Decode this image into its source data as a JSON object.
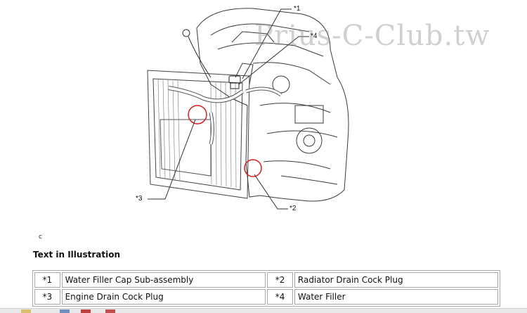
{
  "watermark": "Prius-C-Club.tw",
  "illustration": {
    "callouts": [
      "*1",
      "*4",
      "*3",
      "*2"
    ],
    "figure_id": "c"
  },
  "legend": {
    "heading": "Text in Illustration",
    "rows": [
      {
        "n1": "*1",
        "d1": "Water Filler Cap Sub-assembly",
        "n2": "*2",
        "d2": "Radiator Drain Cock Plug"
      },
      {
        "n1": "*3",
        "d1": "Engine Drain Cock Plug",
        "n2": "*4",
        "d2": "Water Filler"
      }
    ]
  },
  "colors": {
    "highlight": "#d42020",
    "line": "#333333"
  }
}
